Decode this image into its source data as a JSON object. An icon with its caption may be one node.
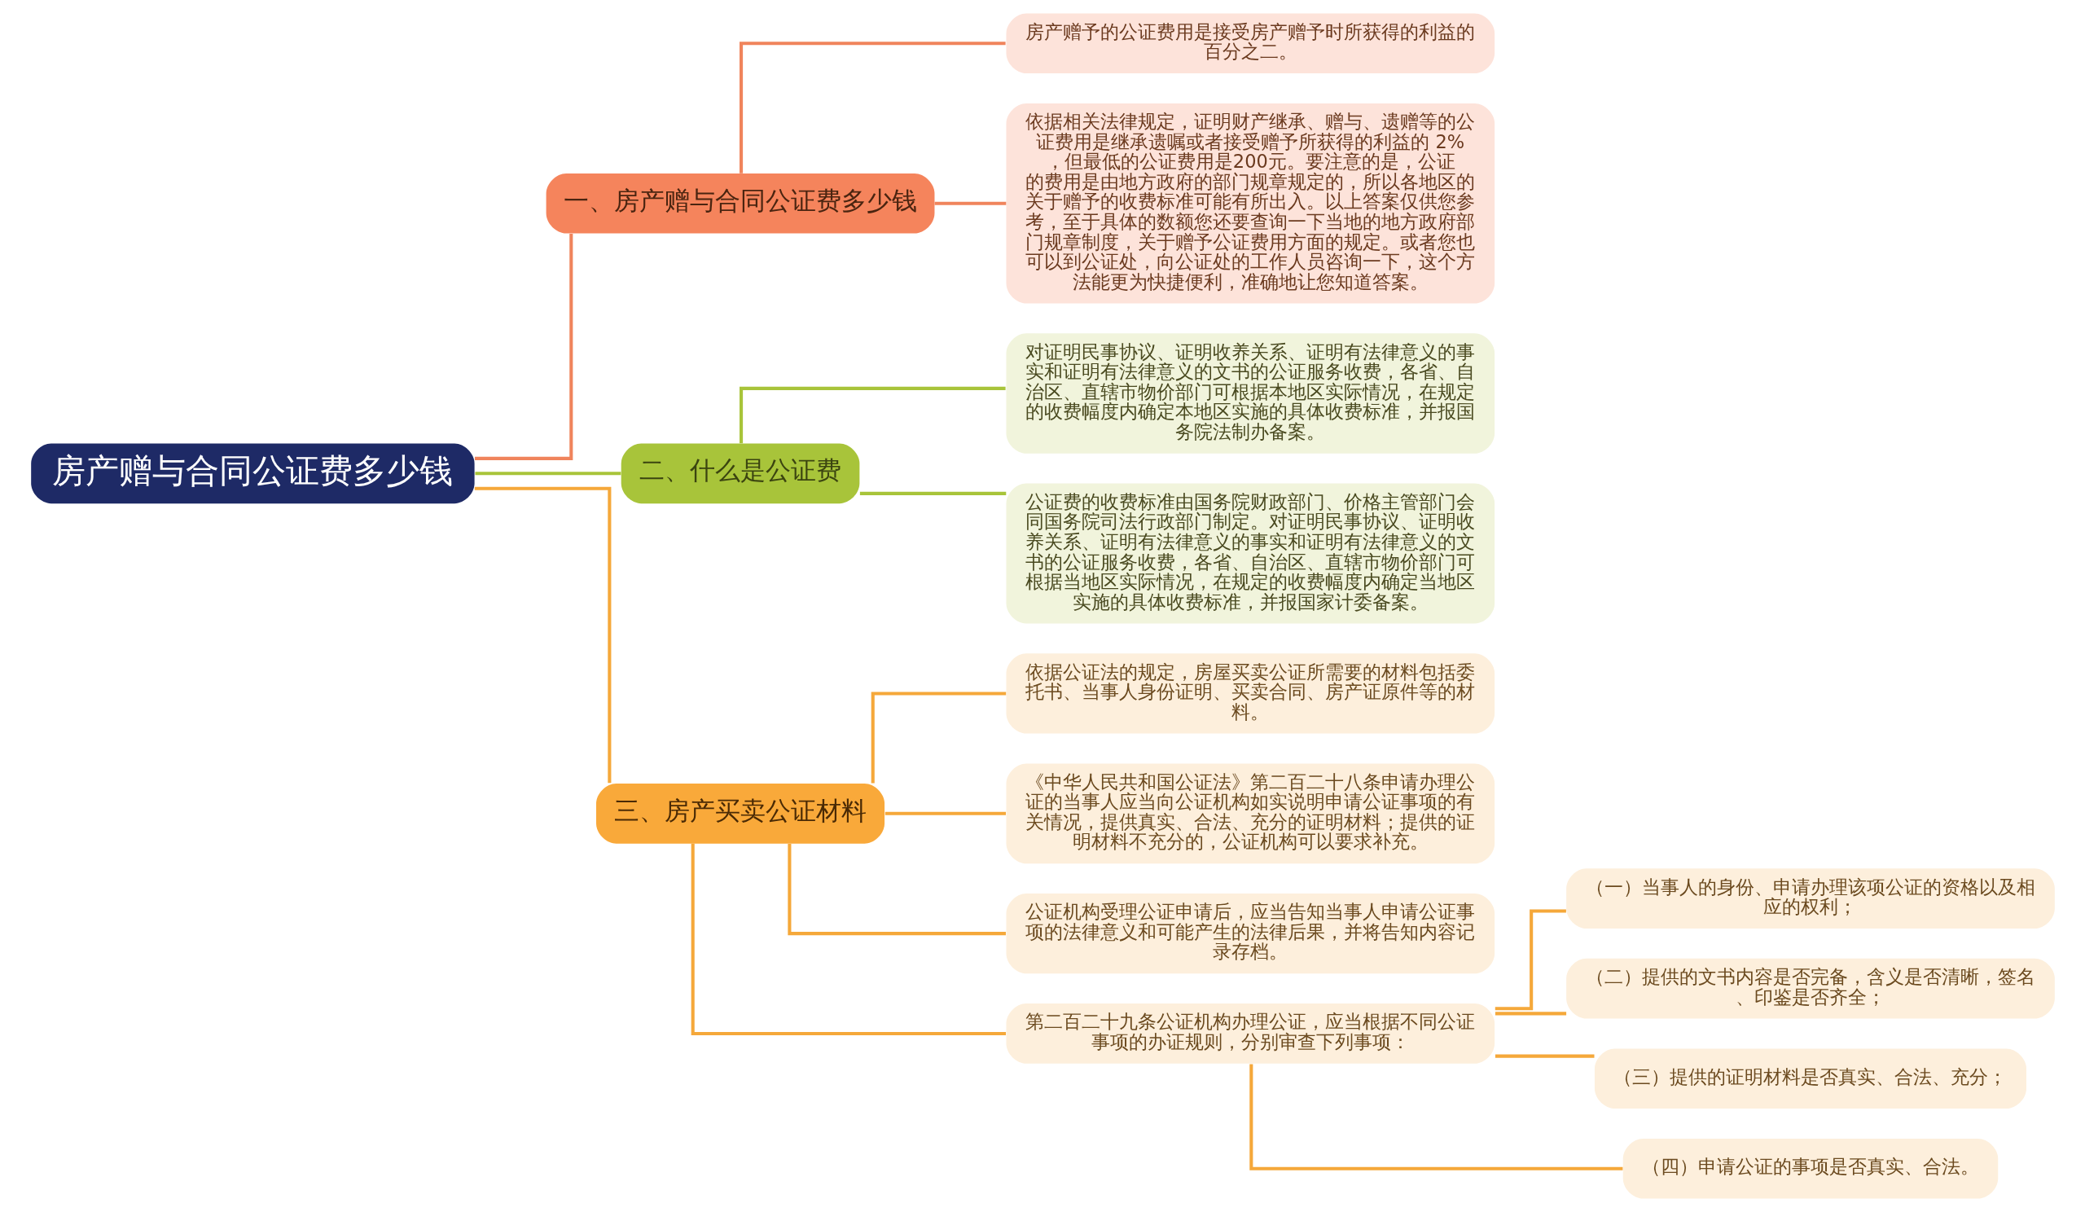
{
  "diagram": {
    "nodes": [
      {
        "text": [
          "房产赠与合同公证费多少钱"
        ]
      },
      {
        "text": [
          "一、房产赠与合同公证费多少钱"
        ]
      },
      {
        "text": [
          "房产赠予的公证费用是接受房产赠予时所获得的利益的百分之二。"
        ]
      },
      {
        "text": [
          "依据相关法律规定，证明财产继承、赠与、遗赠等的公证费用是继承遗嘱或者接受赠予所获得的利益的 2% ，但最低的公证费用是200元。要注意的是，公证的费用是由地方政府的部门规章规定的，所以各地区的关于赠予的收费标准可能有所出入。以上答案仅供您参考，至于具体的数额您还要查询一下当地的地方政府部门规章制度，关于赠予公证费用方面的规定。或者您也可以到公证处，向公证处的工作人员咨询一下，这个方法能更为快捷便利，准确地让您知道答案。"
        ]
      },
      {
        "text": [
          "二、什么是公证费"
        ]
      },
      {
        "text": [
          "对证明民事协议、证明收养关系、证明有法律意义的事实和证明有法律意义的文书的公证服务收费，各省、自治区、直辖市物价部门可根据本地区实际情况，在规定的收费幅度内确定本地区实施的具体收费标准，并报国务院法制办备案。"
        ]
      },
      {
        "text": [
          "公证费的收费标准由国务院财政部门、价格主管部门会同国务院司法行政部门制定。对证明民事协议、证明收养关系、证明有法律意义的事实和证明有法律意义的文书的公证服务收费，各省、自治区、直辖市物价部门可根据当地区实际情况，在规定的收费幅度内确定当地区实施的具体收费标准，并报国家计委备案。"
        ]
      },
      {
        "text": [
          "三、房产买卖公证材料"
        ]
      },
      {
        "text": [
          "依据公证法的规定，房屋买卖公证所需要的材料包括委托书、当事人身份证明、买卖合同、房产证原件等的材料。"
        ]
      },
      {
        "text": [
          "《中华人民共和国公证法》第二百二十八条申请办理公证的当事人应当向公证机构如实说明申请公证事项的有关情况，提供真实、合法、充分的证明材料；提供的证明材料不充分的，公证机构可以要求补充。"
        ]
      },
      {
        "text": [
          "公证机构受理公证申请后，应当告知当事人申请公证事项的法律意义和可能产生的法律后果，并将告知内容记录存档。"
        ]
      },
      {
        "text": [
          "第二百二十九条公证机构办理公证，应当根据不同公证事项的办证规则，分别审查下列事项："
        ]
      },
      {
        "text": [
          "（一）当事人的身份、申请办理该项公证的资格以及相应的权利；"
        ]
      },
      {
        "text": [
          "（二）提供的文书内容是否完备，含义是否清晰，签名、印鉴是否齐全；"
        ]
      },
      {
        "text": [
          "（三）提供的证明材料是否真实、合法、充分；"
        ]
      },
      {
        "text": [
          "（四）申请公证的事项是否真实、合法。"
        ]
      }
    ],
    "edges": [
      {
        "from": 0,
        "to": 1,
        "arrow": "none",
        "color": "#f0845c"
      },
      {
        "from": 1,
        "to": 2,
        "arrow": "none",
        "color": "#f0845c"
      },
      {
        "from": 1,
        "to": 3,
        "arrow": "none",
        "color": "#f0845c"
      },
      {
        "from": 0,
        "to": 4,
        "arrow": "none",
        "color": "#a8c43a"
      },
      {
        "from": 4,
        "to": 5,
        "arrow": "none",
        "color": "#a8c43a"
      },
      {
        "from": 4,
        "to": 6,
        "arrow": "none",
        "color": "#a8c43a"
      },
      {
        "from": 0,
        "to": 7,
        "arrow": "none"
      },
      {
        "from": 7,
        "to": 8,
        "arrow": "none"
      },
      {
        "from": 7,
        "to": 9,
        "arrow": "none"
      },
      {
        "from": 7,
        "to": 10,
        "arrow": "none"
      },
      {
        "from": 7,
        "to": 11,
        "arrow": "none"
      },
      {
        "from": 11,
        "to": 12,
        "arrow": "none"
      },
      {
        "from": 11,
        "to": 13,
        "arrow": "none"
      },
      {
        "from": 11,
        "to": 14,
        "arrow": "none"
      },
      {
        "from": 11,
        "to": 15,
        "arrow": "none"
      }
    ]
  }
}
